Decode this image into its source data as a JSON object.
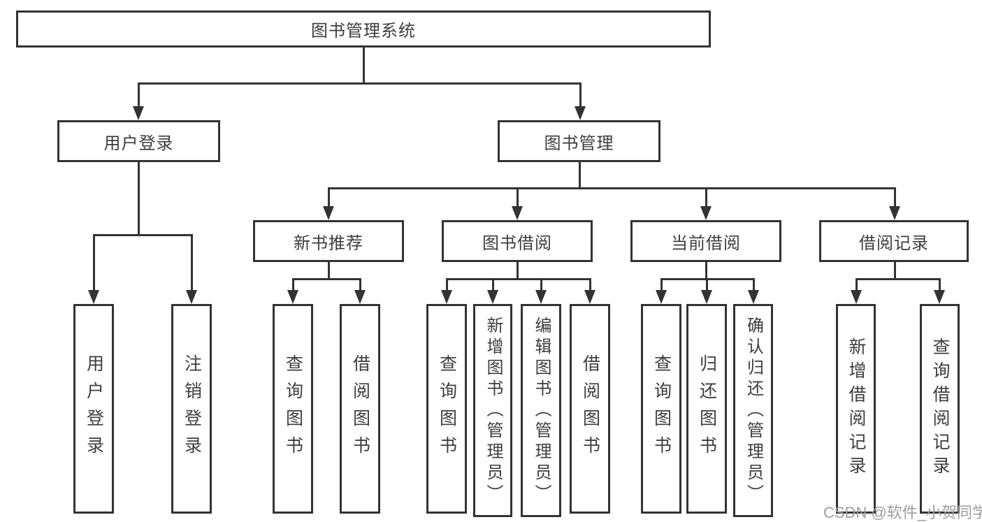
{
  "colors": {
    "line": "#333333",
    "box_border": "#333333",
    "text": "#3d3d3d",
    "background": "#ffffff",
    "watermark_text": "#9d9d9d"
  },
  "tree": {
    "root": {
      "label": "图书管理系统"
    },
    "children": [
      {
        "label": "用户登录",
        "children": [
          {
            "label": "用户登录"
          },
          {
            "label": "注销登录"
          }
        ]
      },
      {
        "label": "图书管理",
        "children": [
          {
            "label": "新书推荐",
            "children": [
              {
                "label": "查询图书"
              },
              {
                "label": "借阅图书"
              }
            ]
          },
          {
            "label": "图书借阅",
            "children": [
              {
                "label": "查询图书"
              },
              {
                "label": "新增图书（管理员）"
              },
              {
                "label": "编辑图书（管理员）"
              },
              {
                "label": "借阅图书"
              }
            ]
          },
          {
            "label": "当前借阅",
            "children": [
              {
                "label": "查询图书"
              },
              {
                "label": "归还图书"
              },
              {
                "label": "确认归还（管理员）"
              }
            ]
          },
          {
            "label": "借阅记录",
            "children": [
              {
                "label": "新增借阅记录"
              },
              {
                "label": "查询借阅记录"
              }
            ]
          }
        ]
      }
    ]
  },
  "watermark": {
    "text": "CSDN @软件_小贺同学"
  }
}
